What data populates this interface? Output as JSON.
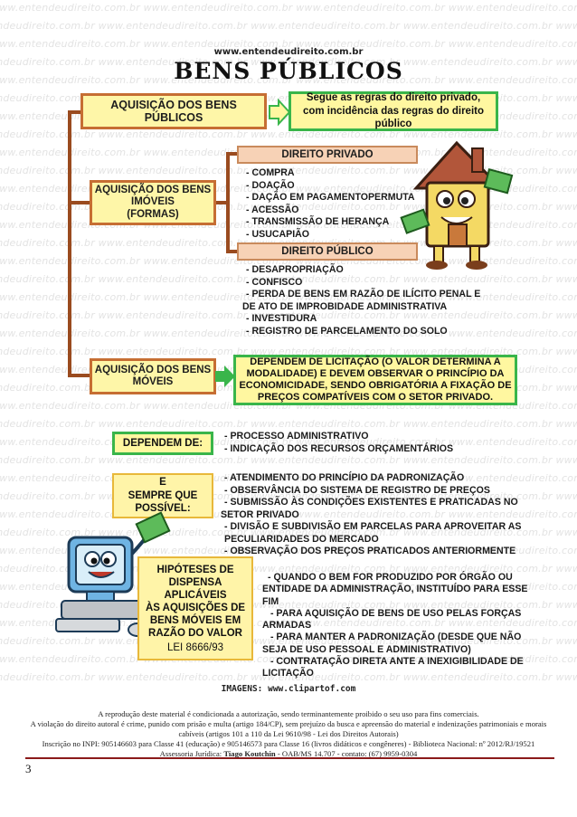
{
  "watermark": "www.entendeudireito.com.br",
  "header": {
    "site_url": "www.entendeudireito.com.br",
    "title": "BENS PÚBLICOS"
  },
  "diagram": {
    "aquisicao_bens_publicos": {
      "label": "AQUISIÇÃO DOS BENS PÚBLICOS",
      "note": "Segue as regras do direito privado, com incidência das regras do direito público"
    },
    "imoveis": {
      "label_lines": [
        "AQUISIÇÃO DOS BENS",
        "IMÓVEIS",
        "(FORMAS)"
      ],
      "direito_privado": {
        "header": "DIREITO PRIVADO",
        "items": [
          "- COMPRA",
          "- DOAÇÃO",
          "- DAÇÃO EM PAGAMENTOPERMUTA",
          "- ACESSÃO",
          "- TRANSMISSÃO DE HERANÇA",
          "- USUCAPIÃO"
        ]
      },
      "direito_publico": {
        "header": "DIREITO PÚBLICO",
        "items": [
          "- DESAPROPRIAÇÃO",
          "- CONFISCO",
          "- PERDA DE BENS EM RAZÃO DE ILÍCITO PENAL E",
          "DE ATO DE IMPROBIDADE ADMINISTRATIVA",
          "- INVESTIDURA",
          "- REGISTRO DE PARCELAMENTO DO SOLO"
        ]
      }
    },
    "moveis": {
      "label_lines": [
        "AQUISIÇÃO DOS BENS",
        "MÓVEIS"
      ],
      "licitacao_lines": [
        "DEPENDEM DE LICITAÇÃO (O VALOR DETERMINA A",
        "MODALIDADE) E DEVEM OBSERVAR O PRINCÍPIO DA",
        "ECONOMICIDADE, SENDO OBRIGATÓRIA A FIXAÇÃO DE",
        "PREÇOS COMPATÍVEIS COM O SETOR PRIVADO."
      ]
    },
    "dependem": {
      "label": "DEPENDEM DE:",
      "items": [
        "- PROCESSO ADMINISTRATIVO",
        "- INDICAÇÃO DOS RECURSOS ORÇAMENTÁRIOS"
      ]
    },
    "sempre_que_possivel": {
      "label_lines": [
        "E",
        "SEMPRE QUE",
        "POSSÍVEL:"
      ],
      "items": [
        "- ATENDIMENTO DO PRINCÍPIO DA PADRONIZAÇÃO",
        "- OBSERVÂNCIA DO SISTEMA DE REGISTRO DE PREÇOS",
        "- SUBMISSÃO ÀS CONDIÇÕES EXISTENTES E PRATICADAS NO",
        "SETOR PRIVADO",
        "- DIVISÃO E SUBDIVISÃO EM PARCELAS PARA APROVEITAR AS",
        "PECULIARIDADES DO MERCADO",
        "- OBSERVAÇÃO DOS PREÇOS PRATICADOS ANTERIORMENTE"
      ]
    },
    "dispensa": {
      "label_lines": [
        "HIPÓTESES DE",
        "DISPENSA APLICÁVEIS",
        "ÀS AQUISIÇÕES DE",
        "BENS MÓVEIS EM",
        "RAZÃO DO VALOR"
      ],
      "law": "LEI 8666/93",
      "items": [
        "- QUANDO O BEM FOR PRODUZIDO POR ÓRGÃO OU",
        "ENTIDADE DA ADMINISTRAÇÃO, INSTITUÍDO PARA ESSE",
        "FIM",
        " - PARA AQUISIÇÃO DE BENS DE USO PELAS FORÇAS",
        "ARMADAS",
        " - PARA MANTER A PADRONIZAÇÃO (DESDE QUE NÃO",
        "SEJA DE USO PESSOAL E ADMINISTRATIVO)",
        " - CONTRATAÇÃO DIRETA ANTE A INEXIGIBILIDADE DE",
        "LICITAÇÃO"
      ]
    }
  },
  "image_credit": "IMAGENS: www.clipartof.com",
  "footer": {
    "line1": "A reprodução deste material  é condicionada a autorização, sendo terminantemente proibido o seu uso para fins comerciais.",
    "line2": "A violação do direito autoral é crime, punido com prisão e multa (artigo 184/CP), sem prejuízo da busca e apreensão do material e indenizações patrimoniais e morais cabíveis (artigos 101 a 110 da Lei 9610/98 - Lei dos Direitos Autorais)",
    "line3": "Inscrição no INPI: 905146603 para Classe 41 (educação) e 905146573 para Classe 16 (livros didáticos e congêneres) - Biblioteca Nacional: nº 2012/RJ/19521",
    "line4_prefix": "Assessoria Jurídica:",
    "line4_name": "Tiago Koutchin",
    "line4_suffix": "- OAB/MS 14.707 - contato: (67) 9959-0304"
  },
  "page_number": "3",
  "colors": {
    "connector": "#9a4b1f",
    "main_box_fill": "#fef6a8",
    "main_box_border": "#c66e33",
    "salmon_header": "#f7d2b6",
    "green_arrow": "#39b54a",
    "gold_border": "#e8b83a",
    "footer_rule": "#8b1a1a"
  },
  "icons": [
    "house-mascot-illustration",
    "computer-mascot-illustration",
    "green-arrow-right-icon"
  ]
}
